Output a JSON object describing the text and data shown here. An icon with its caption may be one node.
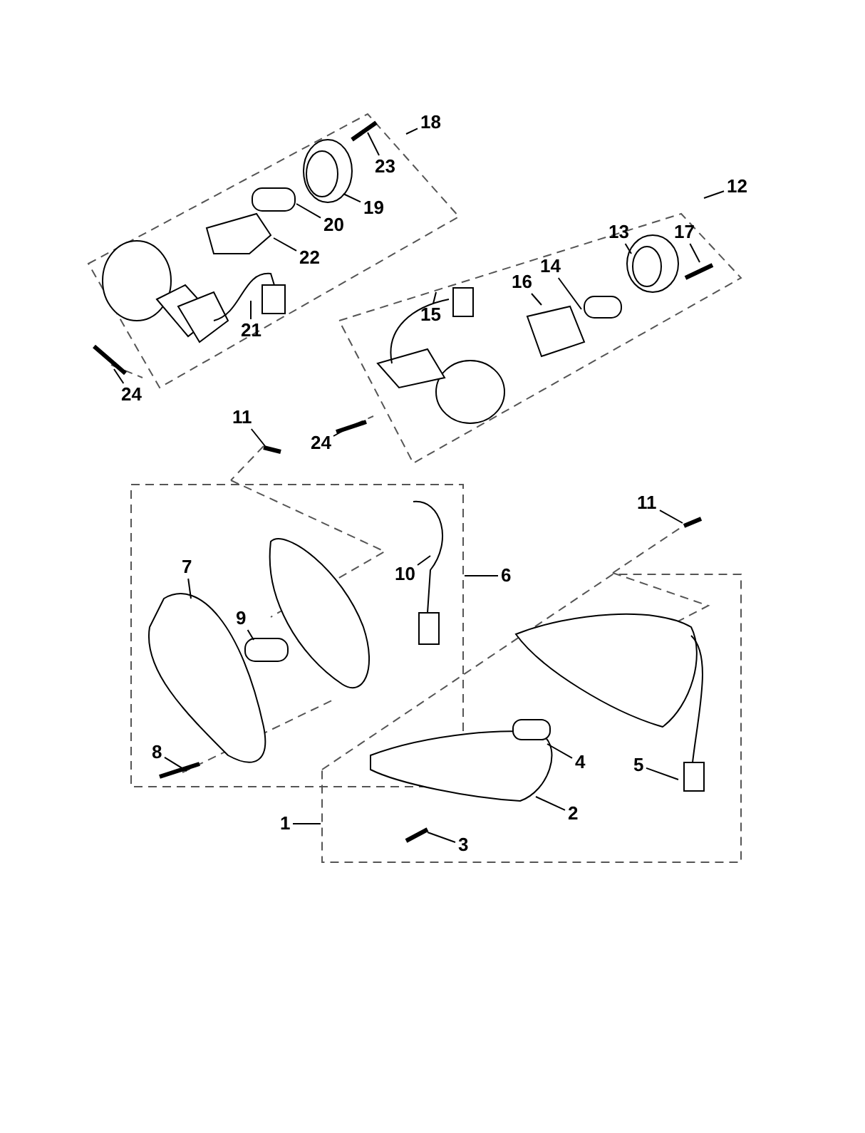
{
  "diagram": {
    "nodes": [
      {
        "text": [
          "18"
        ]
      },
      {
        "text": [
          "23"
        ]
      },
      {
        "text": [
          "12"
        ]
      },
      {
        "text": [
          "19"
        ]
      },
      {
        "text": [
          "20"
        ]
      },
      {
        "text": [
          "13"
        ]
      },
      {
        "text": [
          "17"
        ]
      },
      {
        "text": [
          "22"
        ]
      },
      {
        "text": [
          "14"
        ]
      },
      {
        "text": [
          "16"
        ]
      },
      {
        "text": [
          "15"
        ]
      },
      {
        "text": [
          "21"
        ]
      },
      {
        "text": [
          "24"
        ]
      },
      {
        "text": [
          "11"
        ]
      },
      {
        "text": [
          "24"
        ]
      },
      {
        "text": [
          "11"
        ]
      },
      {
        "text": [
          "7"
        ]
      },
      {
        "text": [
          "10"
        ]
      },
      {
        "text": [
          "6"
        ]
      },
      {
        "text": [
          "9"
        ]
      },
      {
        "text": [
          "8"
        ]
      },
      {
        "text": [
          "4"
        ]
      },
      {
        "text": [
          "5"
        ]
      },
      {
        "text": [
          "2"
        ]
      },
      {
        "text": [
          "1"
        ]
      },
      {
        "text": [
          "3"
        ]
      }
    ],
    "edges": [
      {
        "from": 0,
        "to": null,
        "arrow": "none"
      },
      {
        "from": 1,
        "to": null,
        "arrow": "none"
      },
      {
        "from": 2,
        "to": null,
        "arrow": "none"
      },
      {
        "from": 3,
        "to": null,
        "arrow": "none"
      },
      {
        "from": 4,
        "to": null,
        "arrow": "none"
      },
      {
        "from": 5,
        "to": null,
        "arrow": "none"
      },
      {
        "from": 6,
        "to": null,
        "arrow": "none"
      },
      {
        "from": 7,
        "to": null,
        "arrow": "none"
      },
      {
        "from": 8,
        "to": null,
        "arrow": "none"
      },
      {
        "from": 9,
        "to": null,
        "arrow": "none"
      },
      {
        "from": 10,
        "to": null,
        "arrow": "none"
      },
      {
        "from": 11,
        "to": null,
        "arrow": "none"
      },
      {
        "from": 12,
        "to": null,
        "arrow": "none"
      },
      {
        "from": 13,
        "to": null,
        "arrow": "none"
      },
      {
        "from": 14,
        "to": null,
        "arrow": "none"
      },
      {
        "from": 15,
        "to": null,
        "arrow": "none"
      },
      {
        "from": 16,
        "to": null,
        "arrow": "none"
      },
      {
        "from": 17,
        "to": null,
        "arrow": "none"
      },
      {
        "from": 18,
        "to": null,
        "arrow": "none"
      },
      {
        "from": 19,
        "to": null,
        "arrow": "none"
      },
      {
        "from": 20,
        "to": null,
        "arrow": "none"
      },
      {
        "from": 21,
        "to": null,
        "arrow": "none"
      },
      {
        "from": 22,
        "to": null,
        "arrow": "none"
      },
      {
        "from": 23,
        "to": null,
        "arrow": "none"
      },
      {
        "from": 24,
        "to": null,
        "arrow": "none"
      },
      {
        "from": 25,
        "to": null,
        "arrow": "none"
      }
    ]
  }
}
